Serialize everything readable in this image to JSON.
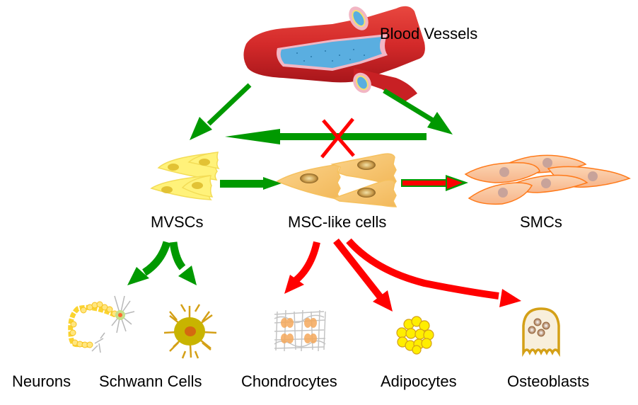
{
  "title": "Blood vessel stem cell differentiation diagram",
  "colors": {
    "arrow_green": "#009900",
    "arrow_red": "#ff0000",
    "block_cross": "#ff0000",
    "vessel_red": "#d8252a",
    "vessel_lumen": "#5aaee0",
    "mvsc_fill": "#fff27a",
    "mvsc_nucleus": "#e2c235",
    "msc_fill": "#f8c878",
    "smc_fill": "#f9c8a0",
    "smc_stroke": "#ff7a1a",
    "smc_nucleus": "#c8a39a",
    "adipocyte_fill": "#ffee00",
    "osteoblast_stroke": "#d4a017"
  },
  "nodes": {
    "blood_vessels": {
      "label": "Blood Vessels",
      "icon": "blood-vessel-icon"
    },
    "mvscs": {
      "label": "MVSCs",
      "icon": "mvsc-cells-icon"
    },
    "msc_like": {
      "label": "MSC-like cells",
      "icon": "msc-cells-icon"
    },
    "smcs": {
      "label": "SMCs",
      "icon": "smc-cells-icon"
    },
    "neurons": {
      "label": "Neurons",
      "icon": "neuron-icon"
    },
    "schwann": {
      "label": "Schwann Cells",
      "icon": "schwann-cell-icon"
    },
    "chondrocytes": {
      "label": "Chondrocytes",
      "icon": "chondrocyte-icon"
    },
    "adipocytes": {
      "label": "Adipocytes",
      "icon": "adipocyte-icon"
    },
    "osteoblasts": {
      "label": "Osteoblasts",
      "icon": "osteoblast-icon"
    }
  },
  "edges": [
    {
      "from": "Blood Vessels",
      "to": "MVSCs",
      "color": "green"
    },
    {
      "from": "Blood Vessels",
      "to": "SMCs",
      "color": "green"
    },
    {
      "from": "SMCs",
      "to": "MVSCs",
      "color": "green",
      "blocked": true
    },
    {
      "from": "MVSCs",
      "to": "MSC-like cells",
      "color": "green"
    },
    {
      "from": "MSC-like cells",
      "to": "SMCs",
      "color": "red-green"
    },
    {
      "from": "MVSCs",
      "to": "Neurons",
      "color": "green"
    },
    {
      "from": "MVSCs",
      "to": "Schwann Cells",
      "color": "green"
    },
    {
      "from": "MSC-like cells",
      "to": "Chondrocytes",
      "color": "red"
    },
    {
      "from": "MSC-like cells",
      "to": "Adipocytes",
      "color": "red"
    },
    {
      "from": "MSC-like cells",
      "to": "Osteoblasts",
      "color": "red"
    }
  ]
}
